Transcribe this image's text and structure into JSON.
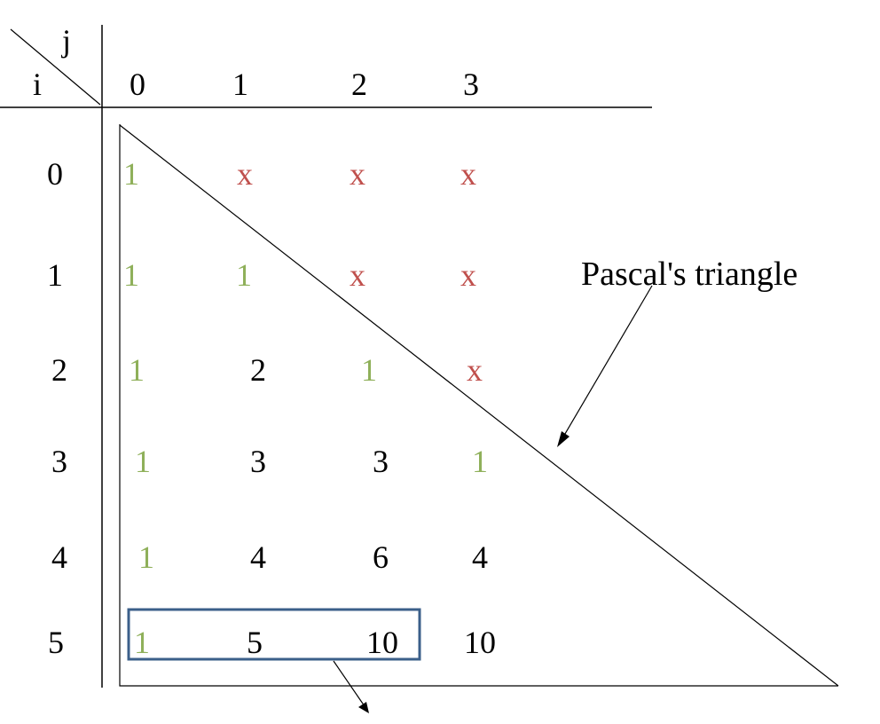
{
  "header": {
    "i_label": "i",
    "j_label": "j",
    "columns": [
      "0",
      "1",
      "2",
      "3"
    ]
  },
  "rows": [
    {
      "label": "0",
      "cells": [
        {
          "text": "1",
          "kind": "edge"
        },
        {
          "text": "x",
          "kind": "invalid"
        },
        {
          "text": "x",
          "kind": "invalid"
        },
        {
          "text": "x",
          "kind": "invalid"
        }
      ]
    },
    {
      "label": "1",
      "cells": [
        {
          "text": "1",
          "kind": "edge"
        },
        {
          "text": "1",
          "kind": "edge"
        },
        {
          "text": "x",
          "kind": "invalid"
        },
        {
          "text": "x",
          "kind": "invalid"
        }
      ]
    },
    {
      "label": "2",
      "cells": [
        {
          "text": "1",
          "kind": "edge"
        },
        {
          "text": "2",
          "kind": "value"
        },
        {
          "text": "1",
          "kind": "edge"
        },
        {
          "text": "x",
          "kind": "invalid"
        }
      ]
    },
    {
      "label": "3",
      "cells": [
        {
          "text": "1",
          "kind": "edge"
        },
        {
          "text": "3",
          "kind": "value"
        },
        {
          "text": "3",
          "kind": "value"
        },
        {
          "text": "1",
          "kind": "edge"
        }
      ]
    },
    {
      "label": "4",
      "cells": [
        {
          "text": "1",
          "kind": "edge"
        },
        {
          "text": "4",
          "kind": "value"
        },
        {
          "text": "6",
          "kind": "value"
        },
        {
          "text": "4",
          "kind": "value"
        }
      ]
    },
    {
      "label": "5",
      "cells": [
        {
          "text": "1",
          "kind": "edge"
        },
        {
          "text": "5",
          "kind": "value"
        },
        {
          "text": "10",
          "kind": "value"
        },
        {
          "text": "10",
          "kind": "value"
        }
      ]
    }
  ],
  "annotations": {
    "pascal": "Pascal's triangle"
  },
  "highlight": {
    "row": 5,
    "columns": [
      0,
      1,
      2
    ]
  },
  "colors": {
    "edge": "#8fb05a",
    "invalid": "#c0504d",
    "value": "#000000",
    "highlight_box": "#3b5f8a",
    "lines": "#000000"
  }
}
